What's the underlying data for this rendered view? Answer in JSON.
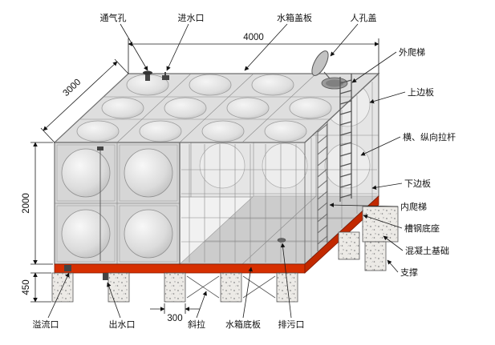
{
  "diagram": {
    "labels": {
      "vent": "通气孔",
      "inlet": "进水口",
      "cover_plate": "水箱盖板",
      "manhole_cover": "人孔盖",
      "external_ladder": "外爬梯",
      "upper_side_plate": "上边板",
      "tie_rods": "横、纵向拉杆",
      "lower_side_plate": "下边板",
      "internal_ladder": "内爬梯",
      "channel_steel_base": "槽钢底座",
      "concrete_foundation": "混凝土基础",
      "support": "支撑",
      "overflow_port": "溢流口",
      "outlet_port": "出水口",
      "diagonal_brace": "斜拉",
      "tank_bottom_plate": "水箱底板",
      "drain_port": "排污口"
    },
    "dimensions": {
      "width": "4000",
      "depth": "3000",
      "height": "2000",
      "base_height": "450",
      "support_spacing": "300"
    },
    "colors": {
      "base_red": "#d62f00",
      "panel_gray": "#d6d6d6",
      "line": "#1a1a1a"
    }
  }
}
